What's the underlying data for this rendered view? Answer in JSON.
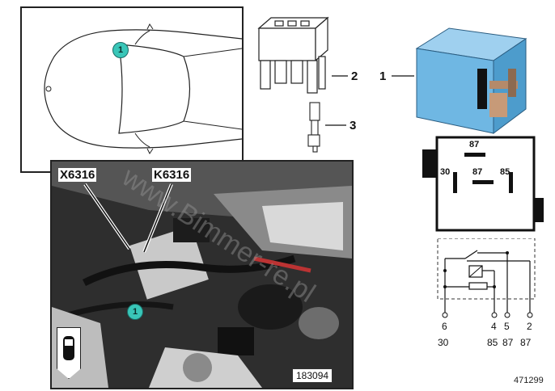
{
  "locator": {
    "marker": "1"
  },
  "photo": {
    "connector_label": "X6316",
    "relay_label": "K6316",
    "marker": "1",
    "ref_number": "183094"
  },
  "parts": [
    {
      "number": "1",
      "name": "relay"
    },
    {
      "number": "2",
      "name": "relay-socket"
    },
    {
      "number": "3",
      "name": "terminal-pin"
    }
  ],
  "pinout": {
    "top": "87",
    "left": "30",
    "center": "87",
    "right": "85"
  },
  "schematic": {
    "pins": [
      "6",
      "4",
      "5",
      "2"
    ],
    "terminals": [
      "30",
      "85",
      "87",
      "87"
    ]
  },
  "watermark": "www.Bimmer-re.pl",
  "diagram_id": "471299",
  "colors": {
    "relay_body": "#6fb7e3",
    "badge": "#39c6b8"
  }
}
